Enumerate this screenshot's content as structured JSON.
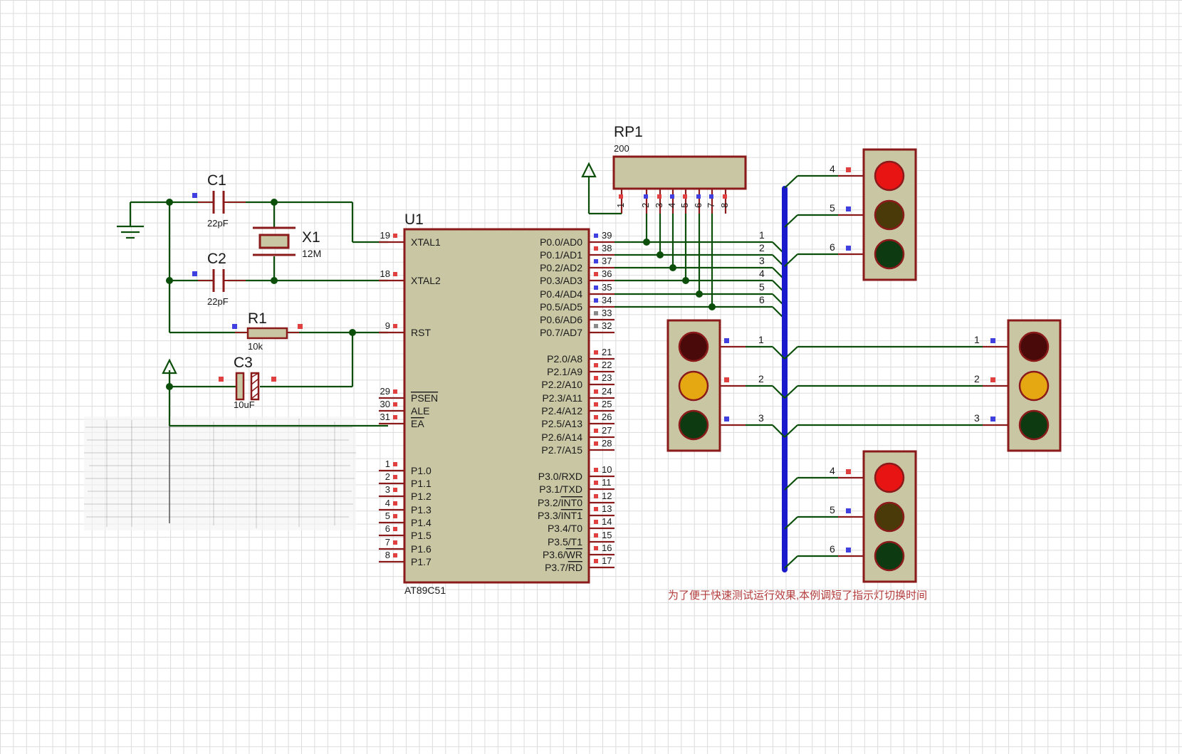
{
  "mcu": {
    "ref": "U1",
    "part": "AT89C51",
    "left_pins": [
      {
        "num": "19",
        "name": "XTAL1"
      },
      {
        "num": "18",
        "name": "XTAL2"
      },
      {
        "num": "9",
        "name": "RST"
      },
      {
        "num": "29",
        "name": "PSEN"
      },
      {
        "num": "30",
        "name": "ALE"
      },
      {
        "num": "31",
        "name": "EA"
      },
      {
        "num": "1",
        "name": "P1.0"
      },
      {
        "num": "2",
        "name": "P1.1"
      },
      {
        "num": "3",
        "name": "P1.2"
      },
      {
        "num": "4",
        "name": "P1.3"
      },
      {
        "num": "5",
        "name": "P1.4"
      },
      {
        "num": "6",
        "name": "P1.5"
      },
      {
        "num": "7",
        "name": "P1.6"
      },
      {
        "num": "8",
        "name": "P1.7"
      }
    ],
    "right_pins": [
      {
        "num": "39",
        "name": "P0.0/AD0"
      },
      {
        "num": "38",
        "name": "P0.1/AD1"
      },
      {
        "num": "37",
        "name": "P0.2/AD2"
      },
      {
        "num": "36",
        "name": "P0.3/AD3"
      },
      {
        "num": "35",
        "name": "P0.4/AD4"
      },
      {
        "num": "34",
        "name": "P0.5/AD5"
      },
      {
        "num": "33",
        "name": "P0.6/AD6"
      },
      {
        "num": "32",
        "name": "P0.7/AD7"
      },
      {
        "num": "21",
        "name": "P2.0/A8"
      },
      {
        "num": "22",
        "name": "P2.1/A9"
      },
      {
        "num": "23",
        "name": "P2.2/A10"
      },
      {
        "num": "24",
        "name": "P2.3/A11"
      },
      {
        "num": "25",
        "name": "P2.4/A12"
      },
      {
        "num": "26",
        "name": "P2.5/A13"
      },
      {
        "num": "27",
        "name": "P2.6/A14"
      },
      {
        "num": "28",
        "name": "P2.7/A15"
      },
      {
        "num": "10",
        "name": "P3.0/RXD"
      },
      {
        "num": "11",
        "name": "P3.1/TXD"
      },
      {
        "num": "12",
        "name": "P3.2/INT0"
      },
      {
        "num": "13",
        "name": "P3.3/INT1"
      },
      {
        "num": "14",
        "name": "P3.4/T0"
      },
      {
        "num": "15",
        "name": "P3.5/T1"
      },
      {
        "num": "16",
        "name": "P3.6/WR"
      },
      {
        "num": "17",
        "name": "P3.7/RD"
      }
    ]
  },
  "components": {
    "c1": {
      "ref": "C1",
      "value": "22pF"
    },
    "c2": {
      "ref": "C2",
      "value": "22pF"
    },
    "c3": {
      "ref": "C3",
      "value": "10uF"
    },
    "x1": {
      "ref": "X1",
      "value": "12M"
    },
    "r1": {
      "ref": "R1",
      "value": "10k"
    },
    "rp1": {
      "ref": "RP1",
      "value": "200",
      "pins": [
        "1",
        "2",
        "3",
        "4",
        "5",
        "6",
        "7",
        "8"
      ]
    }
  },
  "bus_labels": {
    "mcu_nets": [
      "1",
      "2",
      "3",
      "4",
      "5",
      "6"
    ],
    "top_light": [
      "4",
      "5",
      "6"
    ],
    "left_light": [
      "1",
      "2",
      "3"
    ],
    "right_light": [
      "1",
      "2",
      "3"
    ],
    "bottom_light": [
      "4",
      "5",
      "6"
    ]
  },
  "note": "为了便于快速测试运行效果,本例调短了指示灯切换时间",
  "colors": {
    "wire": "#0b4f0b",
    "bus": "#1a1acc",
    "chip_fill": "#c9c6a4",
    "outline": "#8b1a1a",
    "red_on": "#e81414",
    "red_off": "#4a0a0a",
    "yellow_on": "#e6a812",
    "yellow_off": "#4a3a0a",
    "green_off": "#0e3a12",
    "pin_red": "#e04040",
    "pin_blue": "#4040e0",
    "pin_gray": "#8a8a8a"
  }
}
